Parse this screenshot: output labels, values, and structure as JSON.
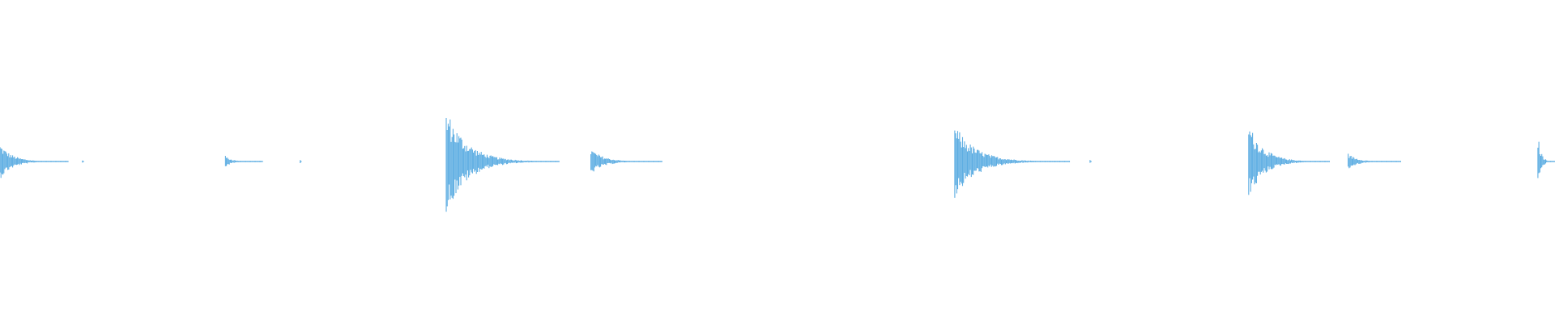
{
  "chart_data": {
    "type": "waveform",
    "color": "#5dade2",
    "background": "#ffffff",
    "amplitude_range": [
      -1,
      1
    ],
    "grid": false,
    "axes": false,
    "events": [
      {
        "onset_fraction": 0.0,
        "end_fraction": 0.044,
        "peak_amplitude": 0.11
      },
      {
        "onset_fraction": 0.053,
        "end_fraction": 0.054,
        "peak_amplitude": 0.01
      },
      {
        "onset_fraction": 0.145,
        "end_fraction": 0.169,
        "peak_amplitude": 0.035
      },
      {
        "onset_fraction": 0.193,
        "end_fraction": 0.194,
        "peak_amplitude": 0.01
      },
      {
        "onset_fraction": 0.287,
        "end_fraction": 0.36,
        "peak_amplitude": 0.33
      },
      {
        "onset_fraction": 0.38,
        "end_fraction": 0.426,
        "peak_amplitude": 0.08
      },
      {
        "onset_fraction": 0.614,
        "end_fraction": 0.688,
        "peak_amplitude": 0.23
      },
      {
        "onset_fraction": 0.701,
        "end_fraction": 0.702,
        "peak_amplitude": 0.01
      },
      {
        "onset_fraction": 0.803,
        "end_fraction": 0.855,
        "peak_amplitude": 0.24
      },
      {
        "onset_fraction": 0.867,
        "end_fraction": 0.901,
        "peak_amplitude": 0.05
      },
      {
        "onset_fraction": 0.989,
        "end_fraction": 1.0,
        "peak_amplitude": 0.17
      }
    ]
  }
}
